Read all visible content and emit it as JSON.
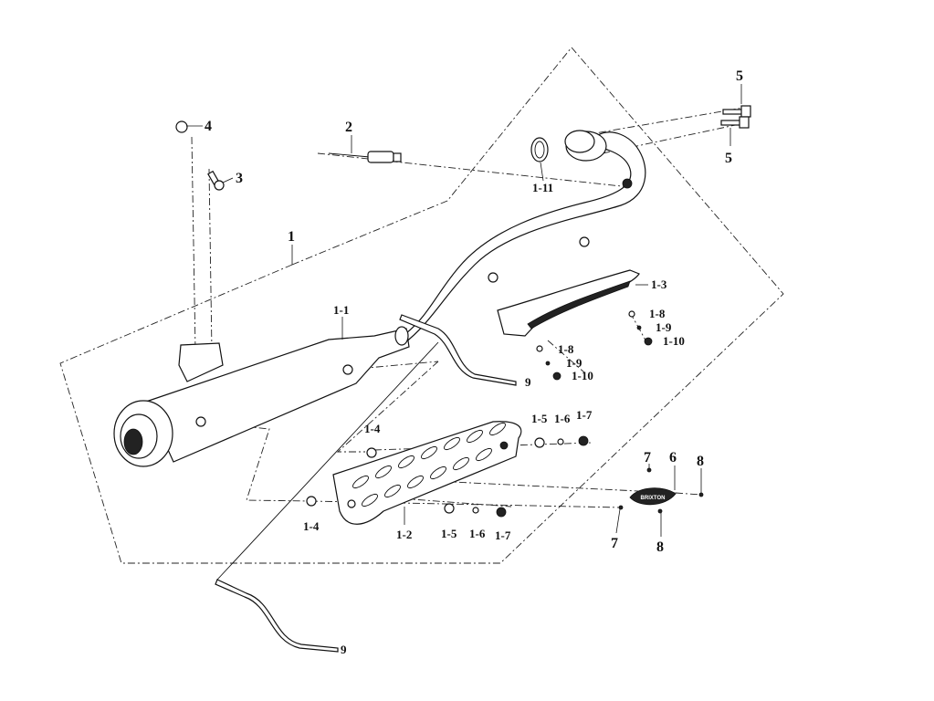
{
  "labels": {
    "l1": "1",
    "l2": "2",
    "l3": "3",
    "l4": "4",
    "l5a": "5",
    "l5b": "5",
    "l6": "6",
    "l7a": "7",
    "l7b": "7",
    "l8a": "8",
    "l8b": "8",
    "l9a": "9",
    "l9b": "9",
    "l1_1": "1-1",
    "l1_2": "1-2",
    "l1_3": "1-3",
    "l1_4a": "1-4",
    "l1_4b": "1-4",
    "l1_5a": "1-5",
    "l1_5b": "1-5",
    "l1_6a": "1-6",
    "l1_6b": "1-6",
    "l1_7a": "1-7",
    "l1_7b": "1-7",
    "l1_8a": "1-8",
    "l1_8b": "1-8",
    "l1_9a": "1-9",
    "l1_9b": "1-9",
    "l1_10a": "1-10",
    "l1_10b": "1-10",
    "l1_11": "1-11"
  },
  "emblem_text": "BRIXTON"
}
